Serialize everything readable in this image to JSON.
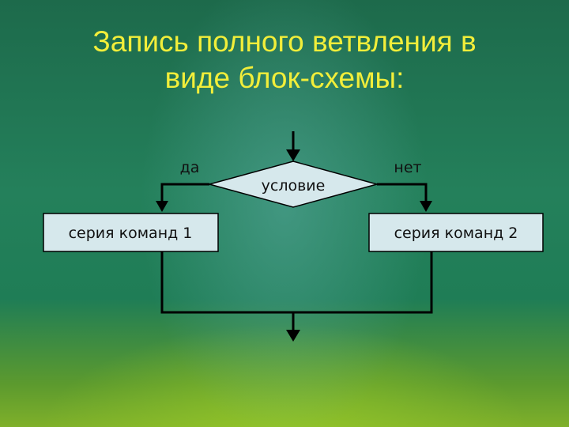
{
  "title": {
    "line1": "Запись полного ветвления в",
    "line2": "виде блок-схемы:"
  },
  "flowchart": {
    "condition": "условие",
    "yes_label": "да",
    "no_label": "нет",
    "branch_yes": "серия команд 1",
    "branch_no": "серия команд 2"
  },
  "colors": {
    "title": "#f2ee3a",
    "shape_fill": "#d6e8ec",
    "line": "#000000"
  }
}
